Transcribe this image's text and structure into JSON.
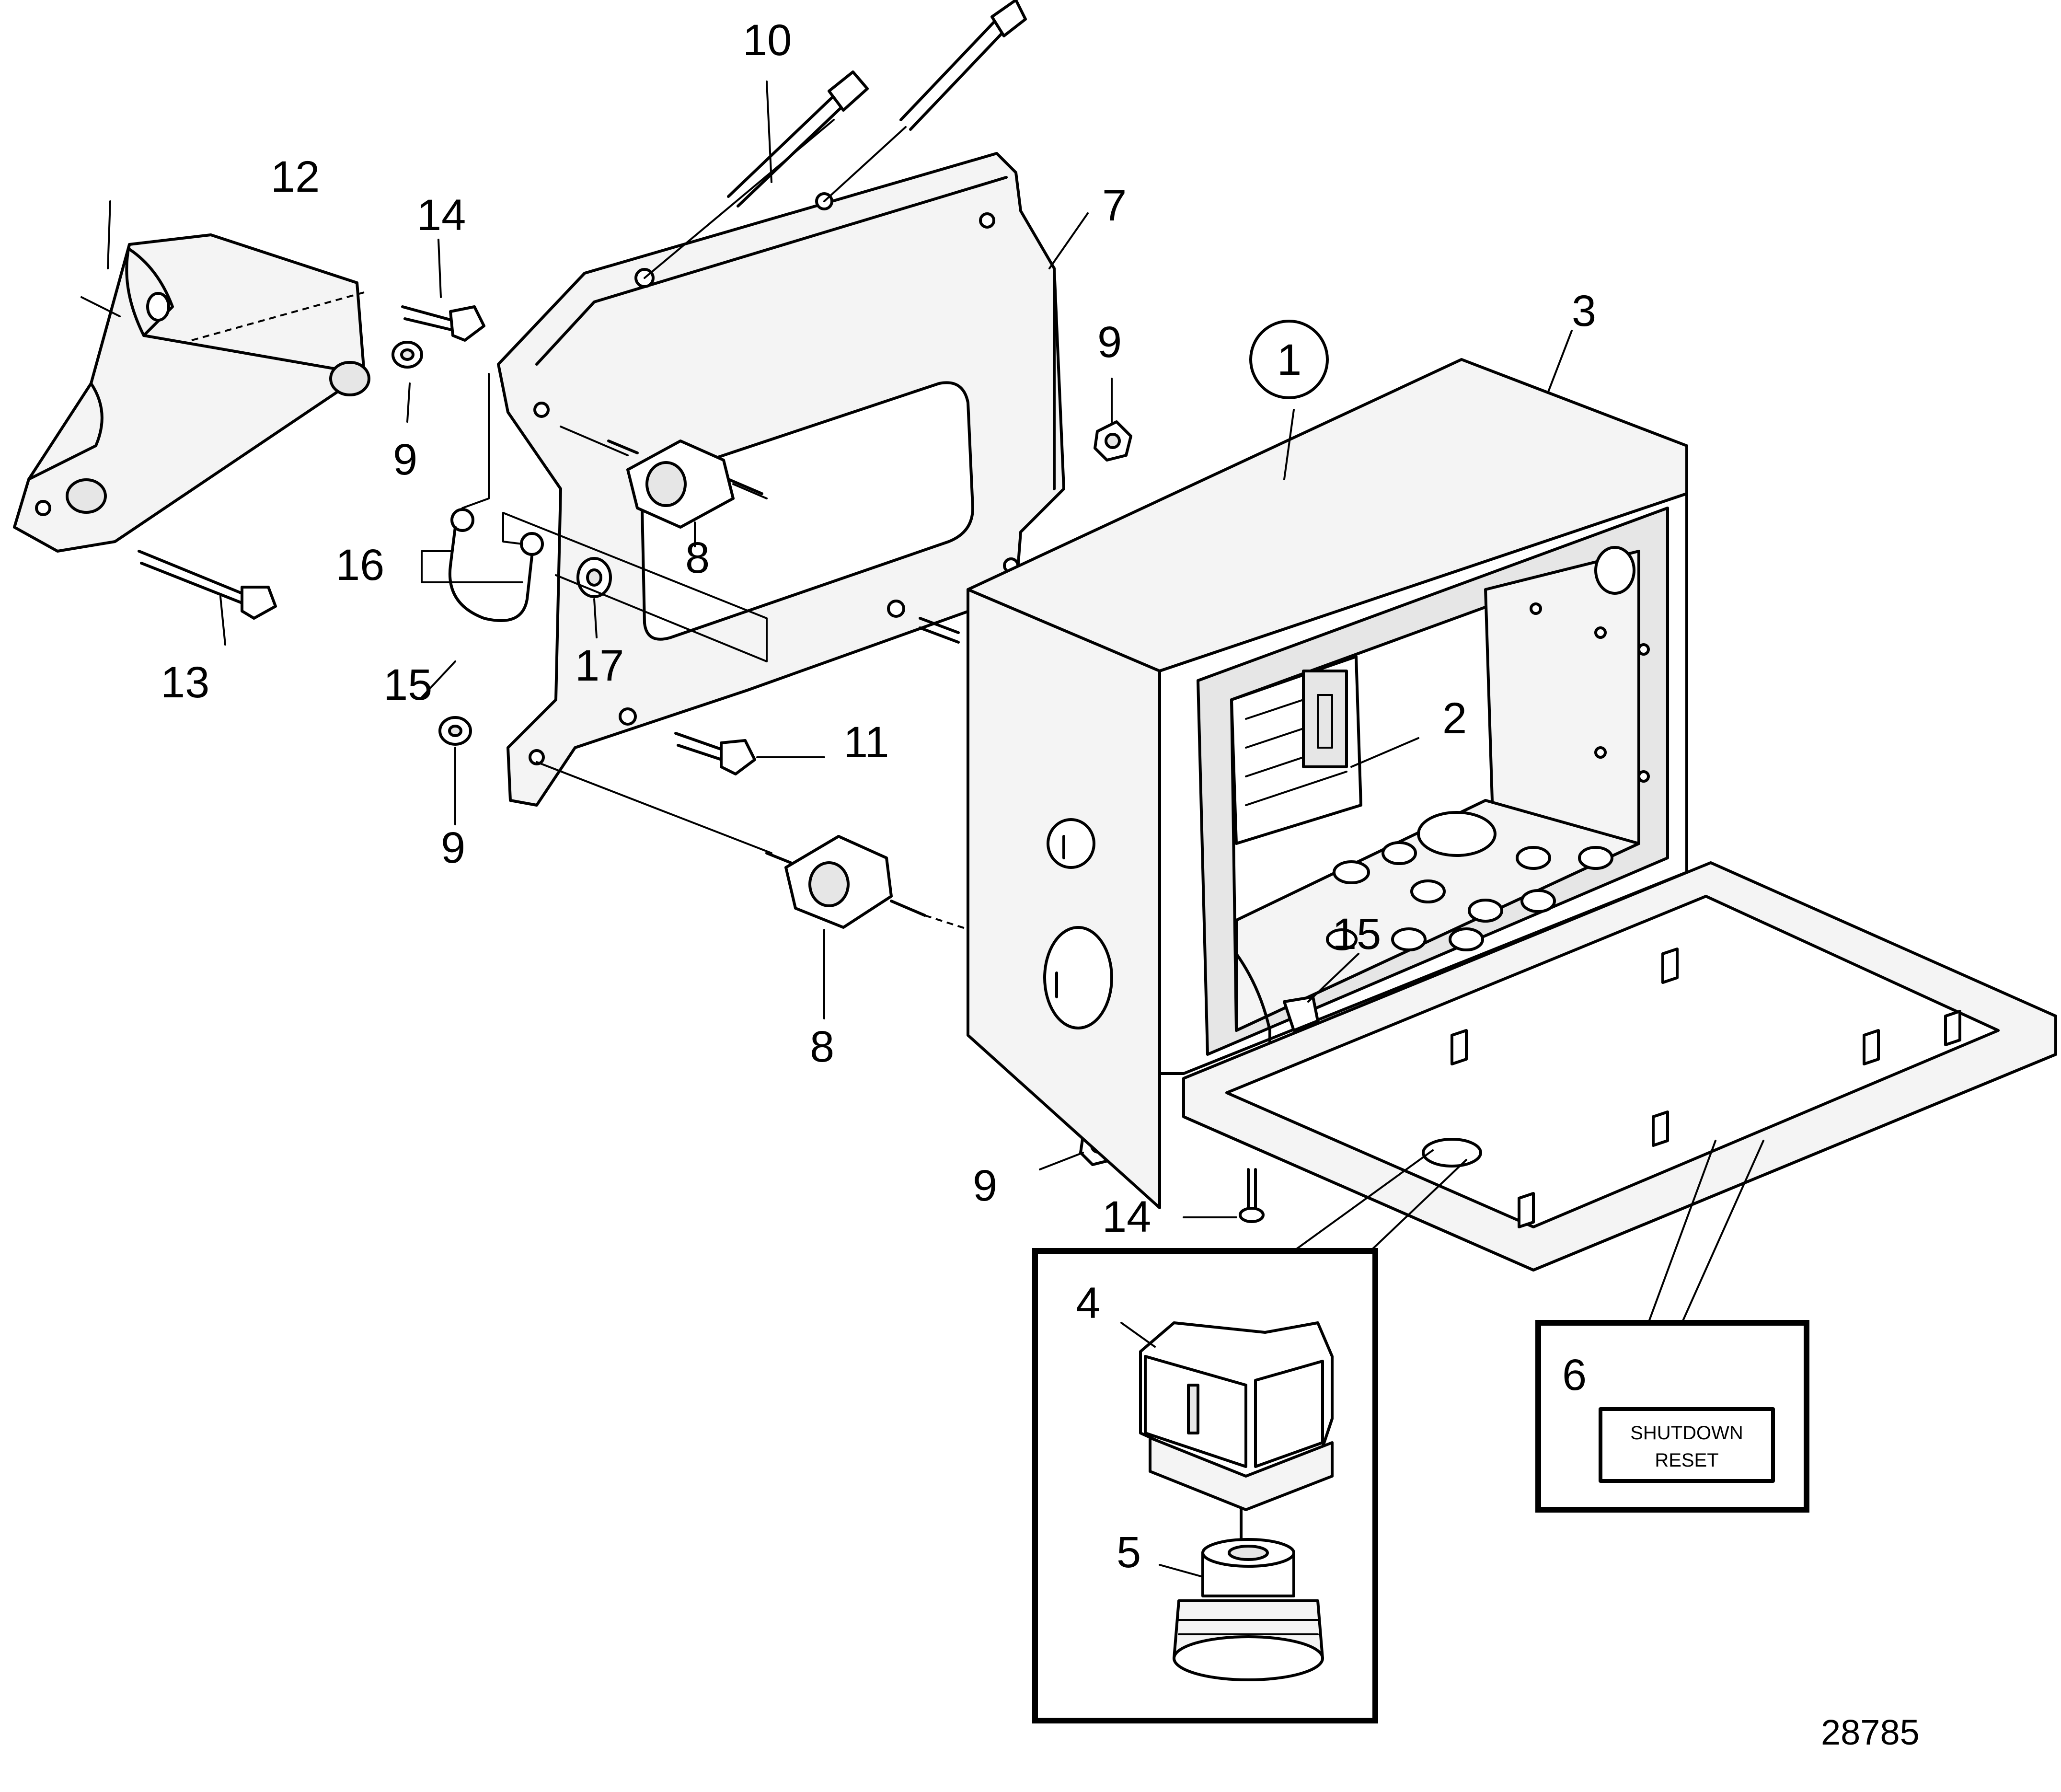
{
  "callouts": {
    "c1": "1",
    "c2": "2",
    "c3": "3",
    "c4": "4",
    "c5": "5",
    "c6": "6",
    "c7": "7",
    "c8a": "8",
    "c8b": "8",
    "c9a": "9",
    "c9b": "9",
    "c9c": "9",
    "c9d": "9",
    "c10": "10",
    "c11": "11",
    "c12": "12",
    "c13": "13",
    "c14a": "14",
    "c14b": "14",
    "c15a": "15",
    "c15b": "15",
    "c16": "16",
    "c17": "17"
  },
  "label_panel": {
    "line1": "SHUTDOWN",
    "line2": "RESET"
  },
  "figure_ref": "28785"
}
